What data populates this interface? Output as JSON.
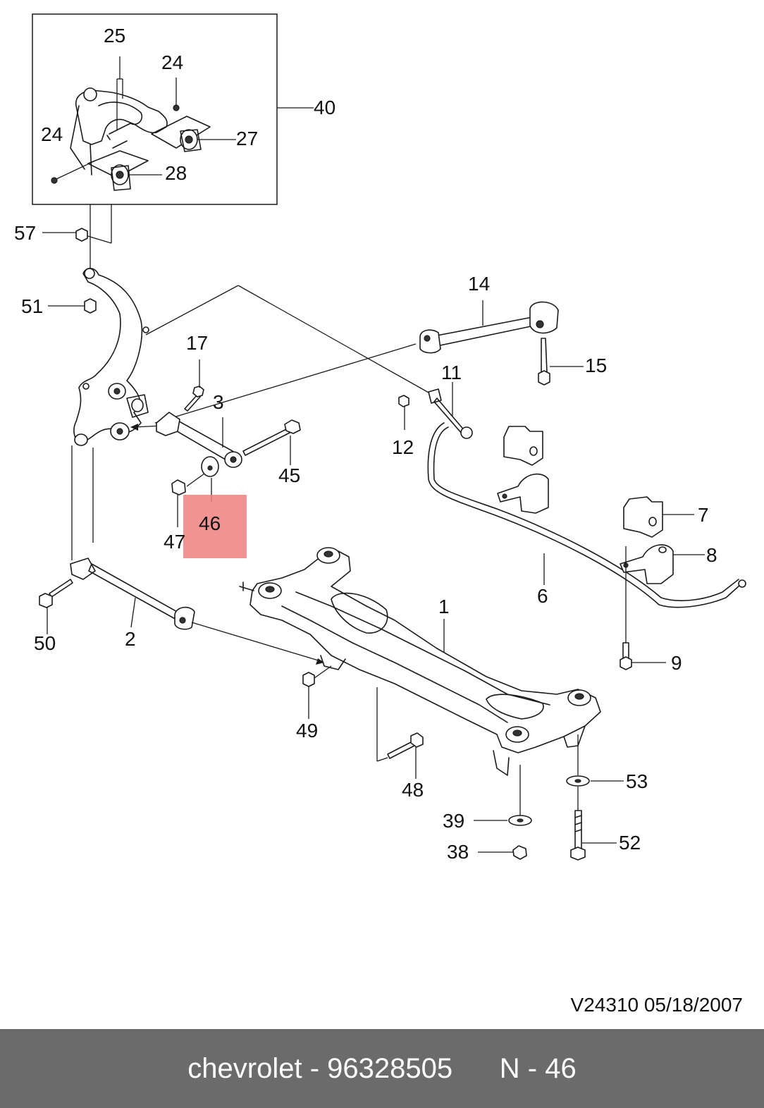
{
  "diagram": {
    "labels": {
      "p1": "1",
      "p2": "2",
      "p3": "3",
      "p6": "6",
      "p7": "7",
      "p8": "8",
      "p9": "9",
      "p11": "11",
      "p12": "12",
      "p14": "14",
      "p15": "15",
      "p17": "17",
      "p24a": "24",
      "p24b": "24",
      "p25": "25",
      "p27": "27",
      "p28": "28",
      "p38": "38",
      "p39": "39",
      "p40": "40",
      "p45": "45",
      "p46": "46",
      "p47": "47",
      "p48": "48",
      "p49": "49",
      "p50": "50",
      "p51": "51",
      "p52": "52",
      "p53": "53",
      "p57": "57"
    },
    "highlighted_part": "46",
    "highlight_color": "#f08080",
    "drawing_code": "V24310  05/18/2007"
  },
  "footer": {
    "brand": "chevrolet",
    "part_number": "96328505",
    "callout": "N - 46",
    "background": "#6b6b6b"
  }
}
